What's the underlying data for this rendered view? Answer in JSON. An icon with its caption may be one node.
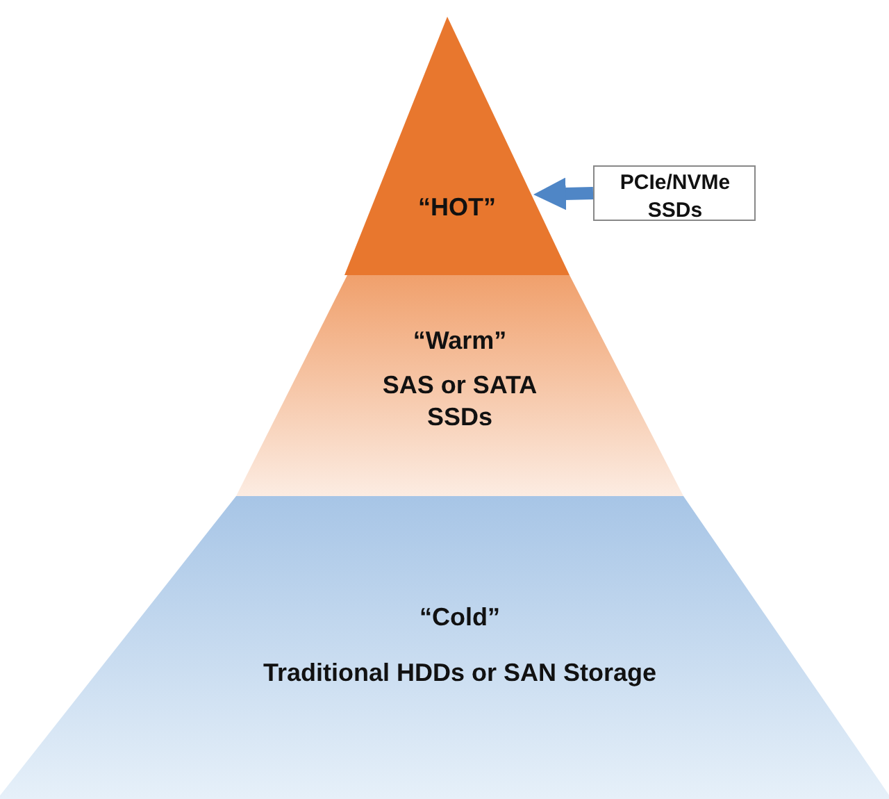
{
  "diagram": {
    "nodes": [
      {
        "text": [
          "“HOT”"
        ]
      },
      {
        "text": [
          "“Warm”",
          "SAS or SATA SSDs"
        ]
      },
      {
        "text": [
          "“Cold”",
          "Traditional HDDs or SAN Storage"
        ]
      },
      {
        "text": [
          "PCIe/NVMe SSDs"
        ]
      }
    ],
    "edges": [
      {
        "from": 3,
        "to": 0,
        "arrow": "to"
      }
    ]
  }
}
